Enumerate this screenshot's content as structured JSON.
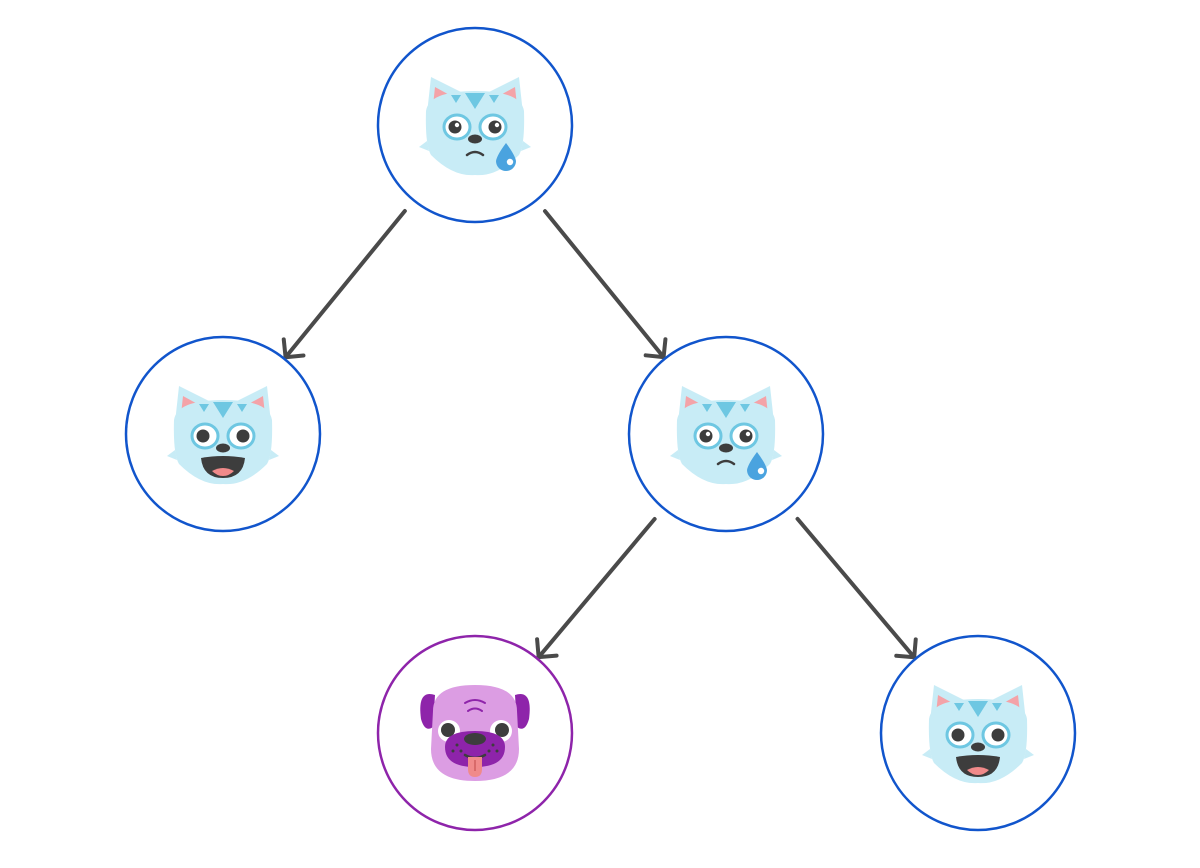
{
  "diagram": {
    "type": "tree",
    "colors": {
      "arrow": "#4a4a4a",
      "cat_node_border": "#1155cc",
      "dog_node_border": "#8e24aa",
      "cat_fur": "#c8ecf6",
      "cat_stripe": "#6ec7e2",
      "cat_ear_inner": "#f4a3a8",
      "dog_fur": "#dc9de3",
      "dog_dark": "#8e24aa",
      "tear": "#4aa3df"
    },
    "nodes": [
      {
        "id": "root",
        "icon": "sad-cat-icon",
        "border": "cat_node_border"
      },
      {
        "id": "left",
        "icon": "happy-cat-icon",
        "border": "cat_node_border"
      },
      {
        "id": "right",
        "icon": "sad-cat-icon",
        "border": "cat_node_border"
      },
      {
        "id": "right-left",
        "icon": "dog-icon",
        "border": "dog_node_border"
      },
      {
        "id": "right-right",
        "icon": "happy-cat-icon",
        "border": "cat_node_border"
      }
    ],
    "edges": [
      {
        "from": "root",
        "to": "left"
      },
      {
        "from": "root",
        "to": "right"
      },
      {
        "from": "right",
        "to": "right-left"
      },
      {
        "from": "right",
        "to": "right-right"
      }
    ]
  }
}
